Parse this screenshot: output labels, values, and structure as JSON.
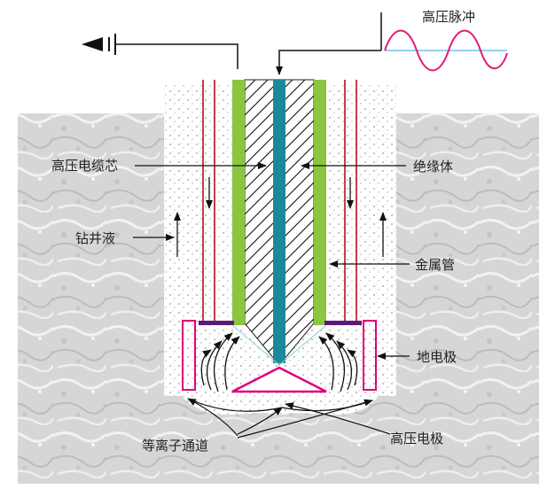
{
  "labels": {
    "pulse": "高压脉冲",
    "hv_cable_core": "高压电缆芯",
    "insulator": "绝缘体",
    "drilling_fluid": "钻井液",
    "metal_pipe": "金属管",
    "ground_electrode": "地电极",
    "plasma_channel": "等离子通道",
    "hv_electrode": "高压电极"
  },
  "icons": {
    "ground": "ground-symbol-icon",
    "pulse_wave": "sine-wave-icon"
  },
  "colors": {
    "rock": "#d8d8d8",
    "borehole": "#ffffff",
    "metal_pipe": "#8cc63f",
    "core": "#1a8a9a",
    "pipe_line": "#b01020",
    "electrode": "#e0007a",
    "purple_bar": "#5a1a7a",
    "wave": "#e0207a",
    "wave_axis": "#6ec6e8"
  }
}
